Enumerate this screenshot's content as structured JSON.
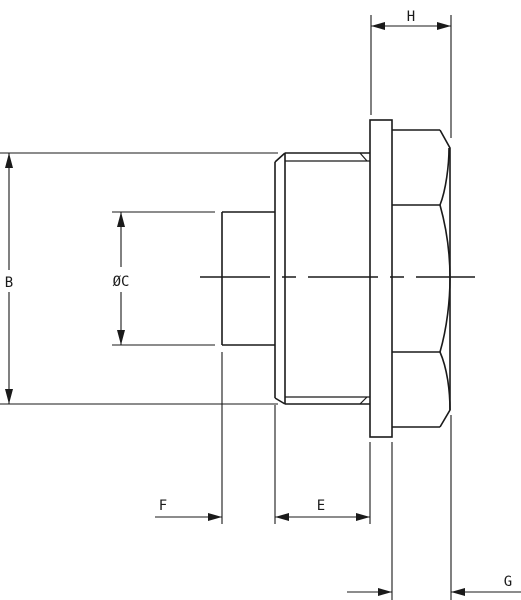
{
  "labels": {
    "H": "H",
    "B": "B",
    "C": "ØC",
    "F": "F",
    "E": "E",
    "G": "G"
  },
  "colors": {
    "line": "#1a1a1a",
    "background": "#ffffff"
  }
}
